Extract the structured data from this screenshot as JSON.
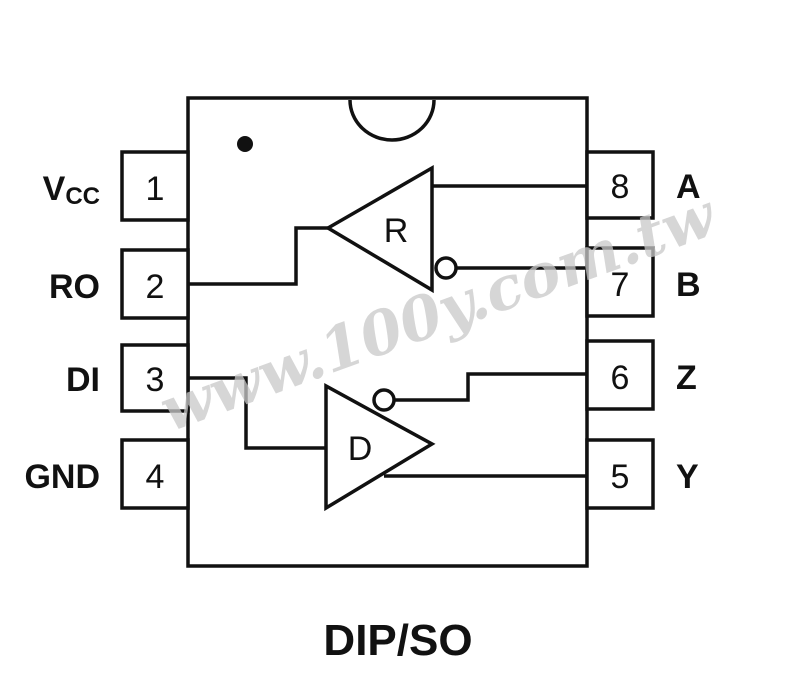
{
  "pins_left": [
    {
      "num": "1",
      "label": "V",
      "label_sub": "CC"
    },
    {
      "num": "2",
      "label": "RO",
      "label_sub": ""
    },
    {
      "num": "3",
      "label": "DI",
      "label_sub": ""
    },
    {
      "num": "4",
      "label": "GND",
      "label_sub": ""
    }
  ],
  "pins_right": [
    {
      "num": "8",
      "label": "A"
    },
    {
      "num": "7",
      "label": "B"
    },
    {
      "num": "6",
      "label": "Z"
    },
    {
      "num": "5",
      "label": "Y"
    }
  ],
  "receiver_label": "R",
  "driver_label": "D",
  "package_label": "DIP/SO",
  "watermark": "www.100y.com.tw"
}
